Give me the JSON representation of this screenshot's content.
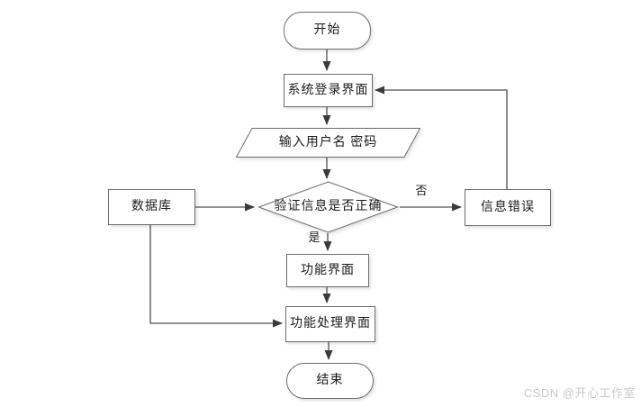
{
  "diagram": {
    "type": "flowchart",
    "nodes": {
      "start": {
        "label": "开始",
        "shape": "terminator"
      },
      "login": {
        "label": "系统登录界面",
        "shape": "process"
      },
      "input": {
        "label": "输入用户名 密码",
        "shape": "io-parallelogram"
      },
      "decision": {
        "label": "验证信息是否正确",
        "shape": "decision-diamond"
      },
      "database": {
        "label": "数据库",
        "shape": "process"
      },
      "error": {
        "label": "信息错误",
        "shape": "process"
      },
      "function": {
        "label": "功能界面",
        "shape": "process"
      },
      "process": {
        "label": "功能处理界面",
        "shape": "process"
      },
      "end": {
        "label": "结束",
        "shape": "terminator"
      }
    },
    "edges": [
      {
        "from": "start",
        "to": "login",
        "label": ""
      },
      {
        "from": "login",
        "to": "input",
        "label": ""
      },
      {
        "from": "input",
        "to": "decision",
        "label": ""
      },
      {
        "from": "decision",
        "to": "function",
        "label": "是"
      },
      {
        "from": "decision",
        "to": "error",
        "label": "否"
      },
      {
        "from": "error",
        "to": "login",
        "label": ""
      },
      {
        "from": "database",
        "to": "decision",
        "label": ""
      },
      {
        "from": "database",
        "to": "process",
        "label": ""
      },
      {
        "from": "function",
        "to": "process",
        "label": ""
      },
      {
        "from": "process",
        "to": "end",
        "label": ""
      }
    ]
  },
  "watermark": "CSDN @开心工作室",
  "colors": {
    "line": "#4f4f4f",
    "border": "#6e6e6e",
    "text": "#1c1c1c",
    "background": "#ffffff",
    "watermark": "#c9c9c9"
  }
}
